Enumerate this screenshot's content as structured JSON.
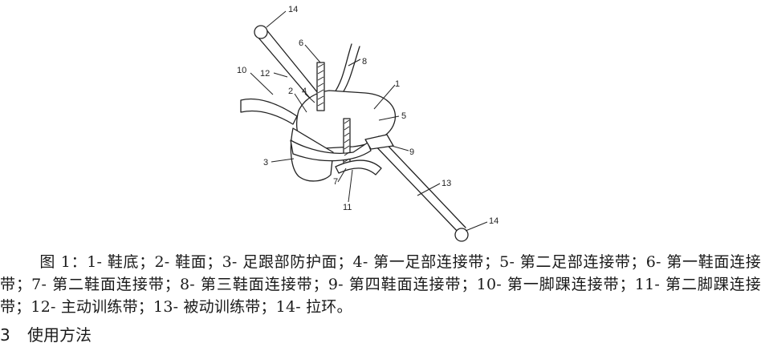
{
  "figure": {
    "callouts": [
      {
        "id": "14a",
        "text": "14"
      },
      {
        "id": "6",
        "text": "6"
      },
      {
        "id": "8",
        "text": "8"
      },
      {
        "id": "10",
        "text": "10"
      },
      {
        "id": "12",
        "text": "12"
      },
      {
        "id": "2",
        "text": "2"
      },
      {
        "id": "4",
        "text": "4"
      },
      {
        "id": "1",
        "text": "1"
      },
      {
        "id": "5",
        "text": "5"
      },
      {
        "id": "9",
        "text": "9"
      },
      {
        "id": "3",
        "text": "3"
      },
      {
        "id": "7",
        "text": "7"
      },
      {
        "id": "11",
        "text": "11"
      },
      {
        "id": "13",
        "text": "13"
      },
      {
        "id": "14b",
        "text": "14"
      }
    ]
  },
  "caption": {
    "text": "图 1：1- 鞋底；2- 鞋面；3- 足跟部防护面；4- 第一足部连接带；5- 第二足部连接带；6- 第一鞋面连接带；7- 第二鞋面连接带；8- 第三鞋面连接带；9- 第四鞋面连接带；10- 第一脚踝连接带；11- 第二脚踝连接带；12- 主动训练带；13- 被动训练带；14- 拉环。"
  },
  "section": {
    "number": "3",
    "title": "使用方法"
  }
}
